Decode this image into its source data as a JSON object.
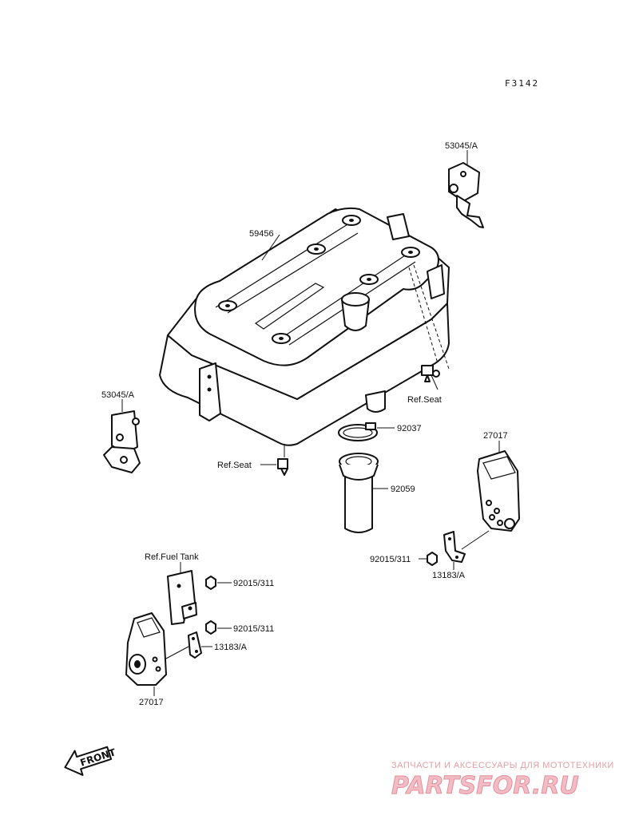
{
  "diagram": {
    "code": "F3142",
    "labels": {
      "cover": "59456",
      "bracket_top": "53045/A",
      "bracket_left": "53045/A",
      "ref_seat_right": "Ref.Seat",
      "ref_seat_left": "Ref.Seat",
      "clamp": "92037",
      "hose": "92059",
      "damper_right": "27017",
      "nut_right": "92015/311",
      "plate_right": "13183/A",
      "ref_fuel_tank": "Ref.Fuel Tank",
      "nut_left_1": "92015/311",
      "nut_left_2": "92015/311",
      "plate_left": "13183/A",
      "damper_left": "27017"
    },
    "front_arrow": "FRONT"
  },
  "watermark": {
    "tagline": "ЗАПЧАСТИ И АКСЕССУАРЫ ДЛЯ МОТОТЕХНИКИ",
    "site": "PARTSFOR.RU",
    "color": "#e58f9c"
  }
}
